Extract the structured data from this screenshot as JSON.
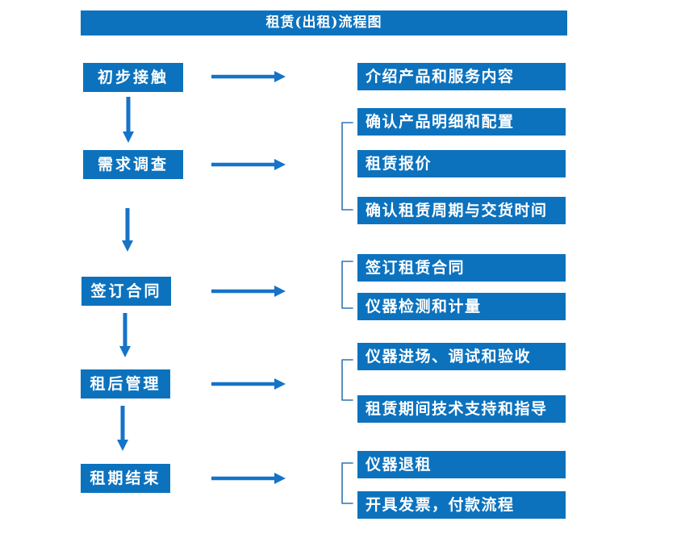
{
  "title": "租赁(出租)流程图",
  "colors": {
    "box_blue": "#0c72be",
    "arrow_blue": "#1573c8",
    "bracket_blue": "#2e75b6",
    "text_on_blue": "#ffffff",
    "background": "#ffffff"
  },
  "steps": [
    {
      "label": "初步接触",
      "details": [
        "介绍产品和服务内容"
      ]
    },
    {
      "label": "需求调查",
      "details": [
        "确认产品明细和配置",
        "租赁报价",
        "确认租赁周期与交货时间"
      ]
    },
    {
      "label": "签订合同",
      "details": [
        "签订租赁合同",
        "仪器检测和计量"
      ]
    },
    {
      "label": "租后管理",
      "details": [
        "仪器进场、调试和验收",
        "租赁期间技术支持和指导"
      ]
    },
    {
      "label": "租期结束",
      "details": [
        "仪器退租",
        "开具发票，付款流程"
      ]
    }
  ]
}
